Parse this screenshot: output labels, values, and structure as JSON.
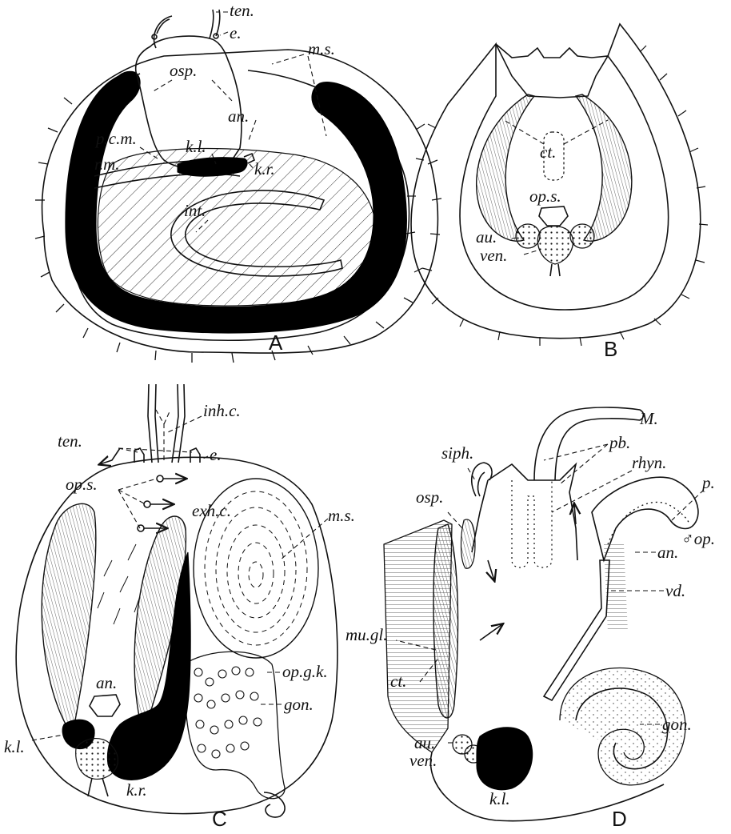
{
  "figure": {
    "panels": [
      {
        "letter": "A",
        "labels": {
          "ten": "ten.",
          "e": "e.",
          "ms": "m.s.",
          "osp": "osp.",
          "pcm": "p.c.m.",
          "an": "an.",
          "kl": "k.l.",
          "kr": "k.r.",
          "rm": "r.m.",
          "int": "int."
        }
      },
      {
        "letter": "B",
        "labels": {
          "ct": "ct.",
          "ops": "op.s.",
          "au": "au.",
          "ven": "ven."
        }
      },
      {
        "letter": "C",
        "labels": {
          "ten": "ten.",
          "inhc": "inh.c.",
          "e": "e.",
          "ops": "op.s.",
          "exhc": "exh.c.",
          "ms": "m.s.",
          "an": "an.",
          "opgk": "op.g.k.",
          "gon": "gon.",
          "kl": "k.l.",
          "kr": "k.r."
        }
      },
      {
        "letter": "D",
        "labels": {
          "M": "M.",
          "pb": "pb.",
          "siph": "siph.",
          "rhyn": "rhyn.",
          "p": "p.",
          "osp": "osp.",
          "op": "♂op.",
          "an": "an.",
          "vd": "vd.",
          "mugl": "mu.gl.",
          "ct": "ct.",
          "gon": "gon.",
          "au": "au.",
          "ven": "ven.",
          "kl": "k.l."
        }
      }
    ]
  }
}
